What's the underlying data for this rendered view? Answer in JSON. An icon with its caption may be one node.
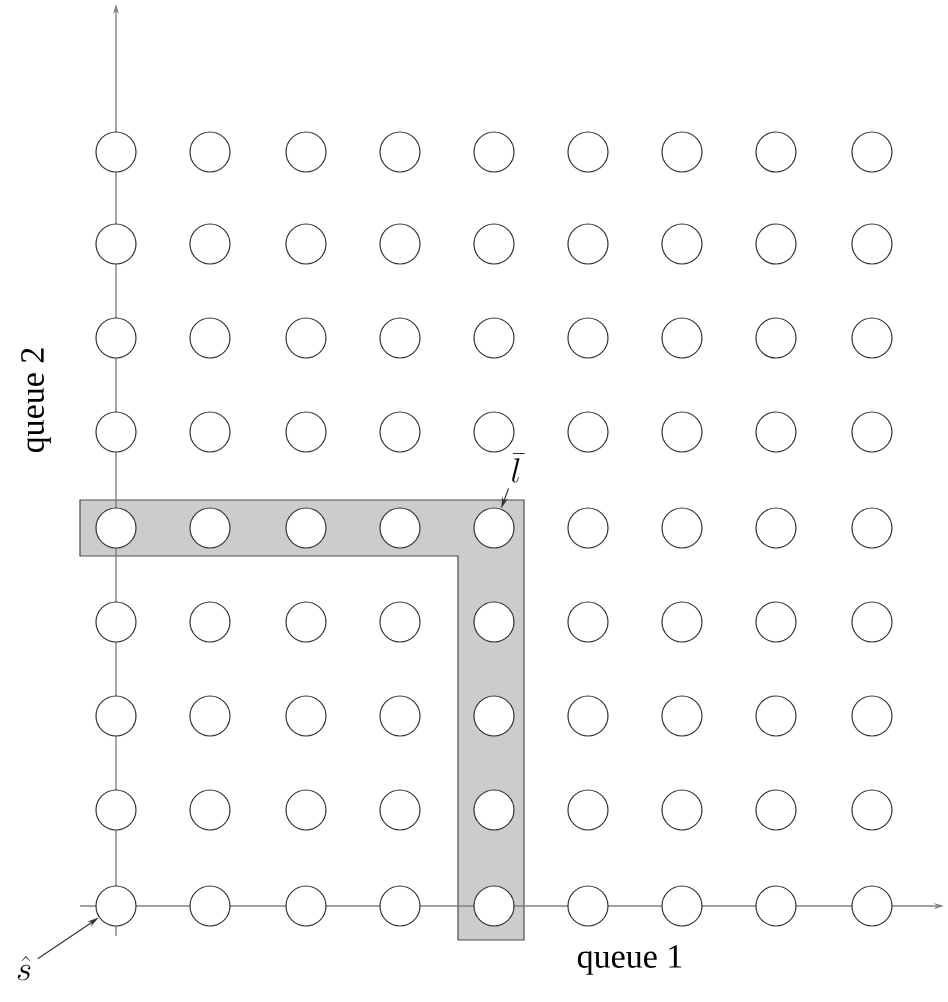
{
  "diagram": {
    "nodes": [
      {
        "text": [],
        "shape": "circle"
      },
      {
        "text": [],
        "shape": "circle"
      },
      {
        "text": [],
        "shape": "circle"
      },
      {
        "text": [],
        "shape": "circle"
      },
      {
        "text": [],
        "shape": "circle"
      },
      {
        "text": [],
        "shape": "circle"
      },
      {
        "text": [],
        "shape": "circle"
      },
      {
        "text": [],
        "shape": "circle"
      },
      {
        "text": [],
        "shape": "circle"
      },
      {
        "text": [],
        "shape": "circle"
      },
      {
        "text": [],
        "shape": "circle"
      },
      {
        "text": [],
        "shape": "circle"
      },
      {
        "text": [],
        "shape": "circle"
      },
      {
        "text": [],
        "shape": "circle"
      },
      {
        "text": [],
        "shape": "circle"
      },
      {
        "text": [],
        "shape": "circle"
      },
      {
        "text": [],
        "shape": "circle"
      },
      {
        "text": [],
        "shape": "circle"
      },
      {
        "text": [],
        "shape": "circle"
      },
      {
        "text": [],
        "shape": "circle"
      },
      {
        "text": [],
        "shape": "circle"
      },
      {
        "text": [],
        "shape": "circle"
      },
      {
        "text": [],
        "shape": "circle"
      },
      {
        "text": [],
        "shape": "circle"
      },
      {
        "text": [],
        "shape": "circle"
      },
      {
        "text": [],
        "shape": "circle"
      },
      {
        "text": [],
        "shape": "circle"
      },
      {
        "text": [],
        "shape": "circle"
      },
      {
        "text": [],
        "shape": "circle"
      },
      {
        "text": [],
        "shape": "circle"
      },
      {
        "text": [],
        "shape": "circle"
      },
      {
        "text": [],
        "shape": "circle"
      },
      {
        "text": [],
        "shape": "circle"
      },
      {
        "text": [],
        "shape": "circle"
      },
      {
        "text": [],
        "shape": "circle"
      },
      {
        "text": [],
        "shape": "circle"
      },
      {
        "text": [],
        "shape": "circle"
      },
      {
        "text": [],
        "shape": "circle"
      },
      {
        "text": [],
        "shape": "circle"
      },
      {
        "text": [],
        "shape": "circle"
      },
      {
        "text": [],
        "shape": "circle"
      },
      {
        "text": [],
        "shape": "circle"
      },
      {
        "text": [],
        "shape": "circle"
      },
      {
        "text": [],
        "shape": "circle"
      },
      {
        "text": [],
        "shape": "circle"
      },
      {
        "text": [],
        "shape": "circle"
      },
      {
        "text": [],
        "shape": "circle"
      },
      {
        "text": [],
        "shape": "circle"
      },
      {
        "text": [],
        "shape": "circle"
      },
      {
        "text": [],
        "shape": "circle"
      },
      {
        "text": [],
        "shape": "circle"
      },
      {
        "text": [],
        "shape": "circle"
      },
      {
        "text": [],
        "shape": "circle"
      },
      {
        "text": [],
        "shape": "circle"
      },
      {
        "text": [],
        "shape": "circle"
      },
      {
        "text": [],
        "shape": "circle"
      },
      {
        "text": [],
        "shape": "circle"
      },
      {
        "text": [],
        "shape": "circle"
      },
      {
        "text": [],
        "shape": "circle"
      },
      {
        "text": [],
        "shape": "circle"
      },
      {
        "text": [],
        "shape": "circle"
      },
      {
        "text": [],
        "shape": "circle"
      },
      {
        "text": [],
        "shape": "circle"
      },
      {
        "text": [],
        "shape": "circle"
      },
      {
        "text": [],
        "shape": "circle"
      },
      {
        "text": [],
        "shape": "circle"
      },
      {
        "text": [],
        "shape": "circle"
      },
      {
        "text": [],
        "shape": "circle"
      },
      {
        "text": [],
        "shape": "circle"
      },
      {
        "text": [],
        "shape": "circle"
      },
      {
        "text": [],
        "shape": "circle"
      },
      {
        "text": [],
        "shape": "circle"
      },
      {
        "text": [],
        "shape": "circle"
      },
      {
        "text": [],
        "shape": "circle"
      },
      {
        "text": [],
        "shape": "circle"
      },
      {
        "text": [],
        "shape": "circle"
      },
      {
        "text": [],
        "shape": "circle"
      },
      {
        "text": [],
        "shape": "circle"
      },
      {
        "text": [],
        "shape": "circle"
      },
      {
        "text": [],
        "shape": "circle"
      },
      {
        "text": [],
        "shape": "circle"
      },
      {
        "text": [
          "\\bar{l}"
        ]
      },
      {
        "text": [
          "\\hat{s}"
        ]
      }
    ],
    "edges": [
      {
        "from": 81,
        "to": 40,
        "arrow": "to"
      },
      {
        "from": 82,
        "to": 72,
        "arrow": "to"
      }
    ],
    "labels": [
      "queue 2",
      "queue 1"
    ]
  }
}
